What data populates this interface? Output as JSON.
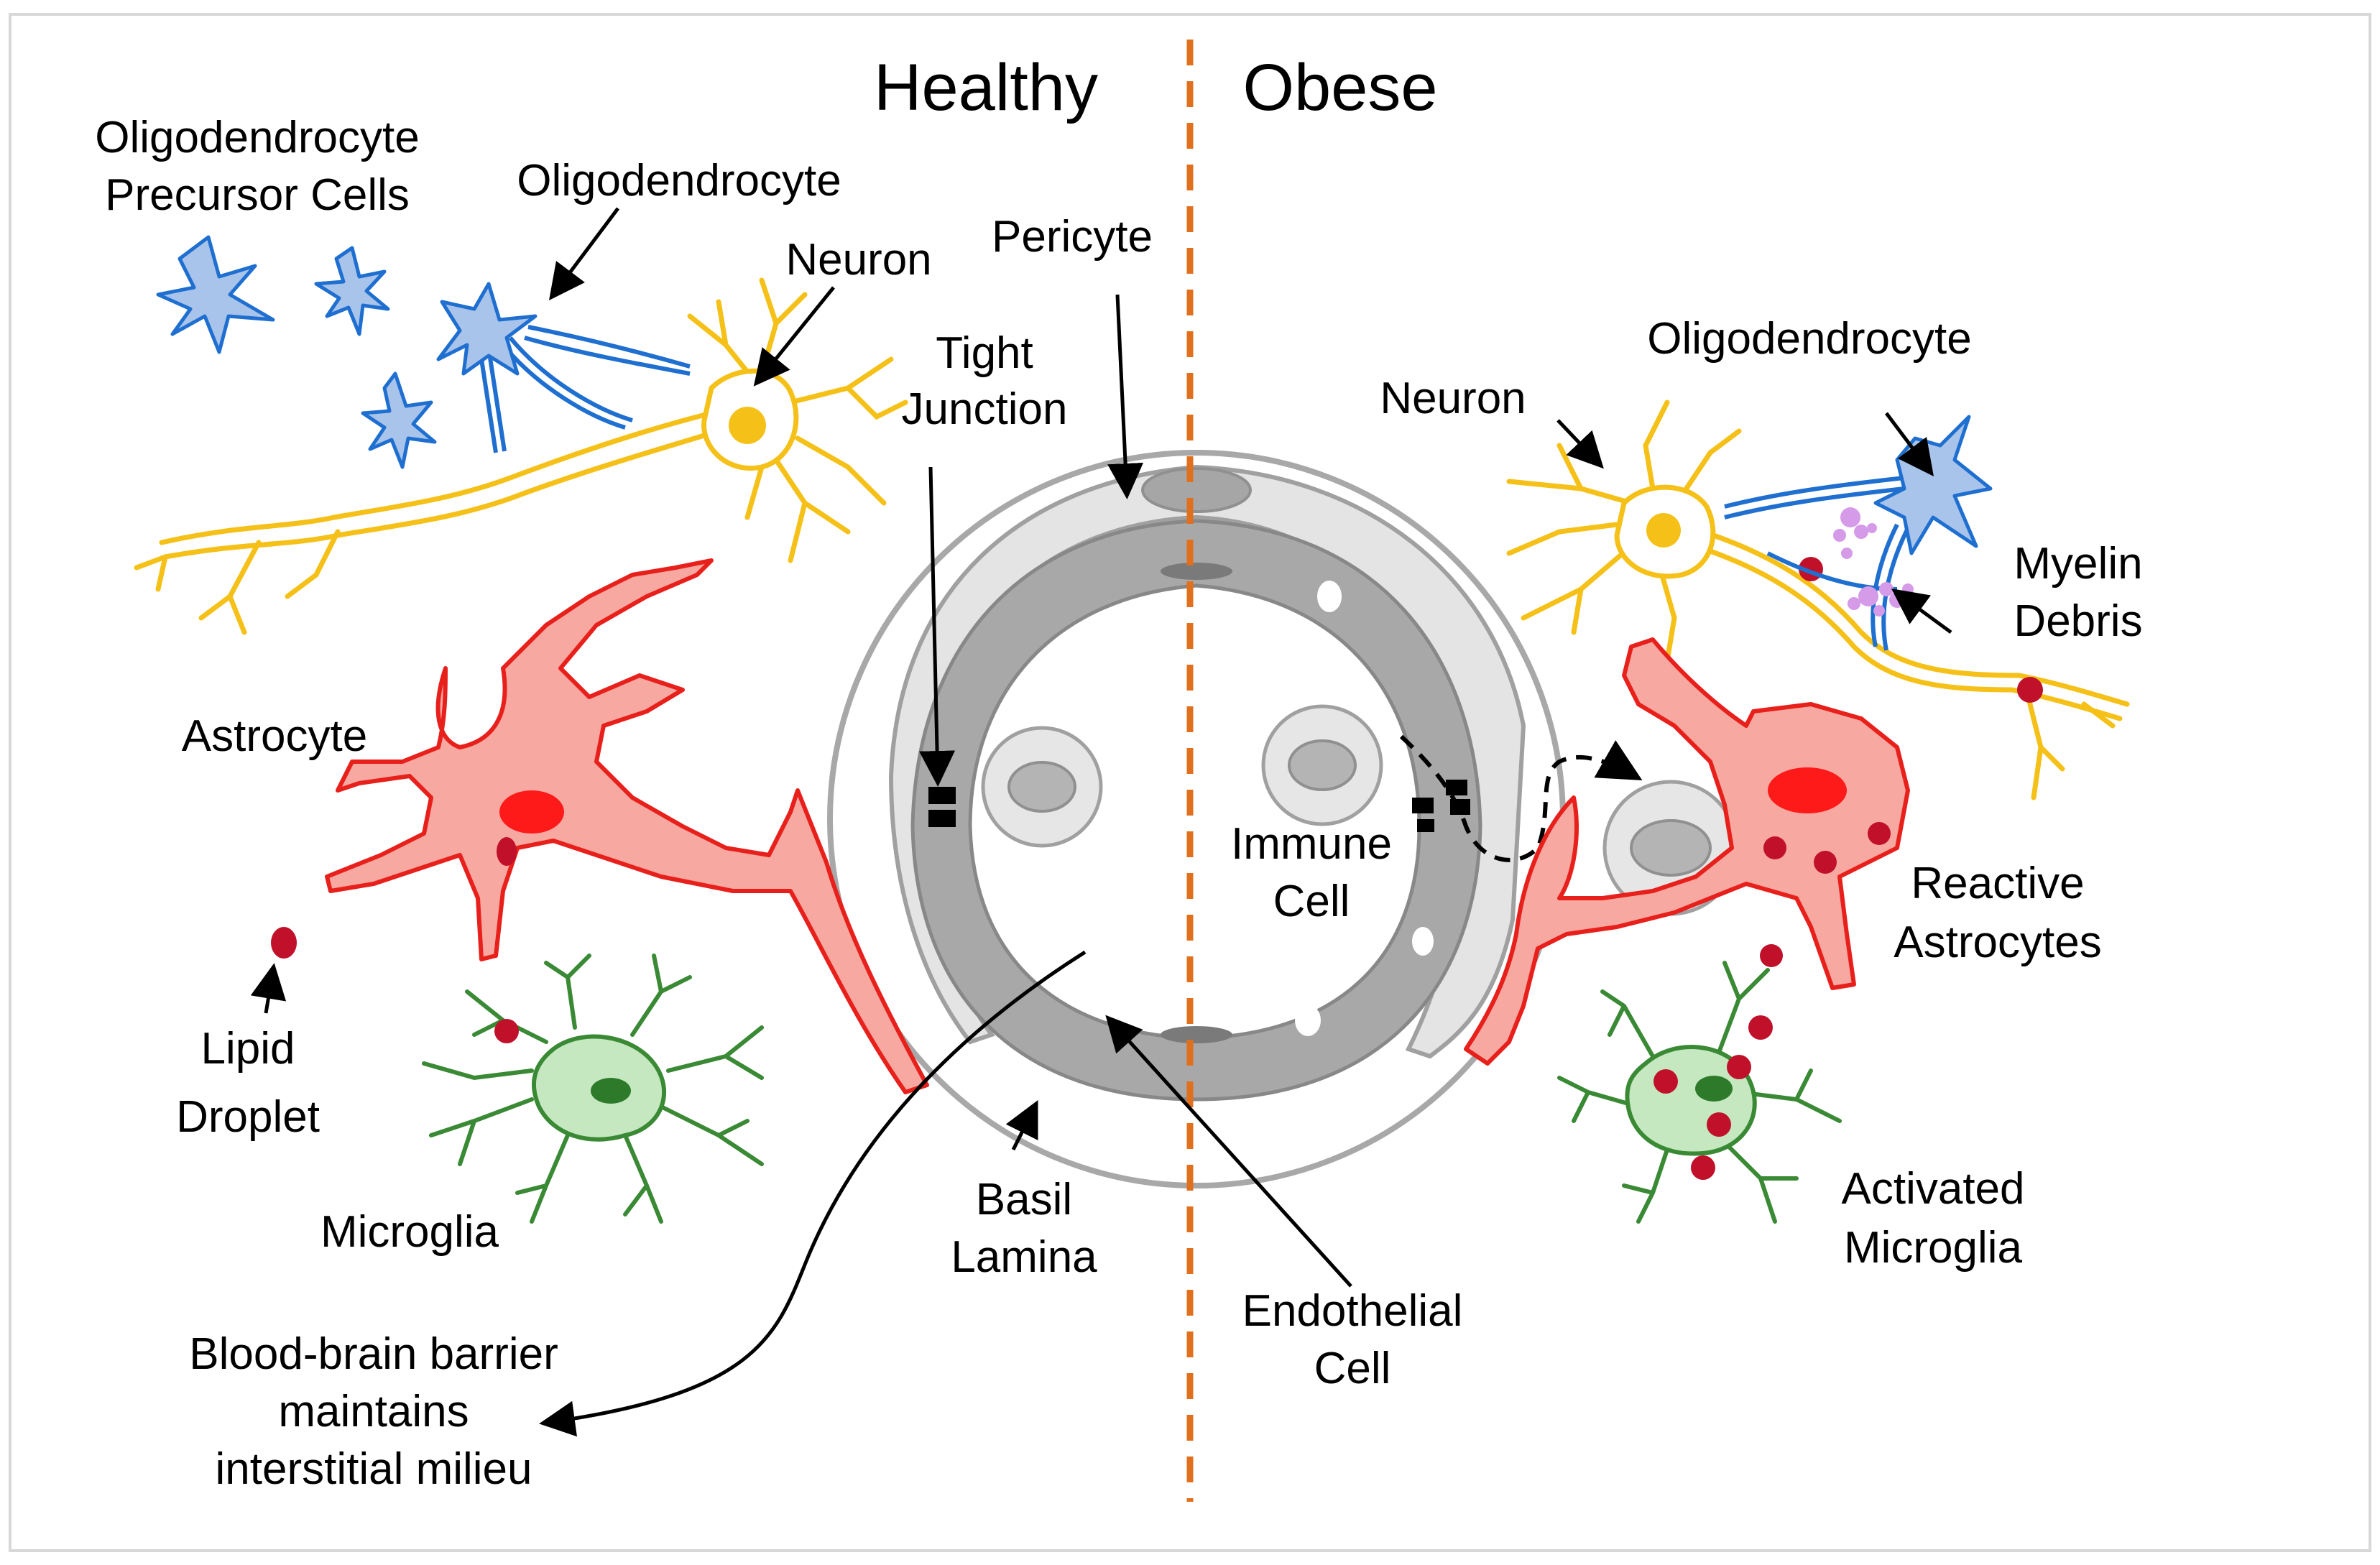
{
  "headers": {
    "healthy": "Healthy",
    "obese": "Obese"
  },
  "labels": {
    "opc_line1": "Oligodendrocyte",
    "opc_line2": "Precursor Cells",
    "oligo_left": "Oligodendrocyte",
    "neuron_left": "Neuron",
    "pericyte": "Pericyte",
    "tight_line1": "Tight",
    "tight_line2": "Junction",
    "astrocyte": "Astrocyte",
    "lipid_line1": "Lipid",
    "lipid_line2": "Droplet",
    "microglia": "Microglia",
    "basil_line1": "Basil",
    "basil_line2": "Lamina",
    "endo_line1": "Endothelial",
    "endo_line2": "Cell",
    "bbb_line1": "Blood-brain barrier",
    "bbb_line2": "maintains",
    "bbb_line3": "interstitial milieu",
    "immune_line1": "Immune",
    "immune_line2": "Cell",
    "oligo_right": "Oligodendrocyte",
    "neuron_right": "Neuron",
    "myelin_line1": "Myelin",
    "myelin_line2": "Debris",
    "reactive_line1": "Reactive",
    "reactive_line2": "Astrocytes",
    "activated_line1": "Activated",
    "activated_line2": "Microglia"
  },
  "colors": {
    "neuron": "#f5c118",
    "oligodendrocyte_fill": "#a9c4ea",
    "oligodendrocyte_stroke": "#1f6fd0",
    "astrocyte_fill": "#f7a8a0",
    "astrocyte_stroke": "#e8201c",
    "microglia_fill": "#c6e8c0",
    "microglia_stroke": "#3a8a35",
    "lipid": "#c0102a",
    "divider": "#e0701e",
    "vessel_gray": "#a0a0a0",
    "myelin_debris": "#d59ae8"
  }
}
